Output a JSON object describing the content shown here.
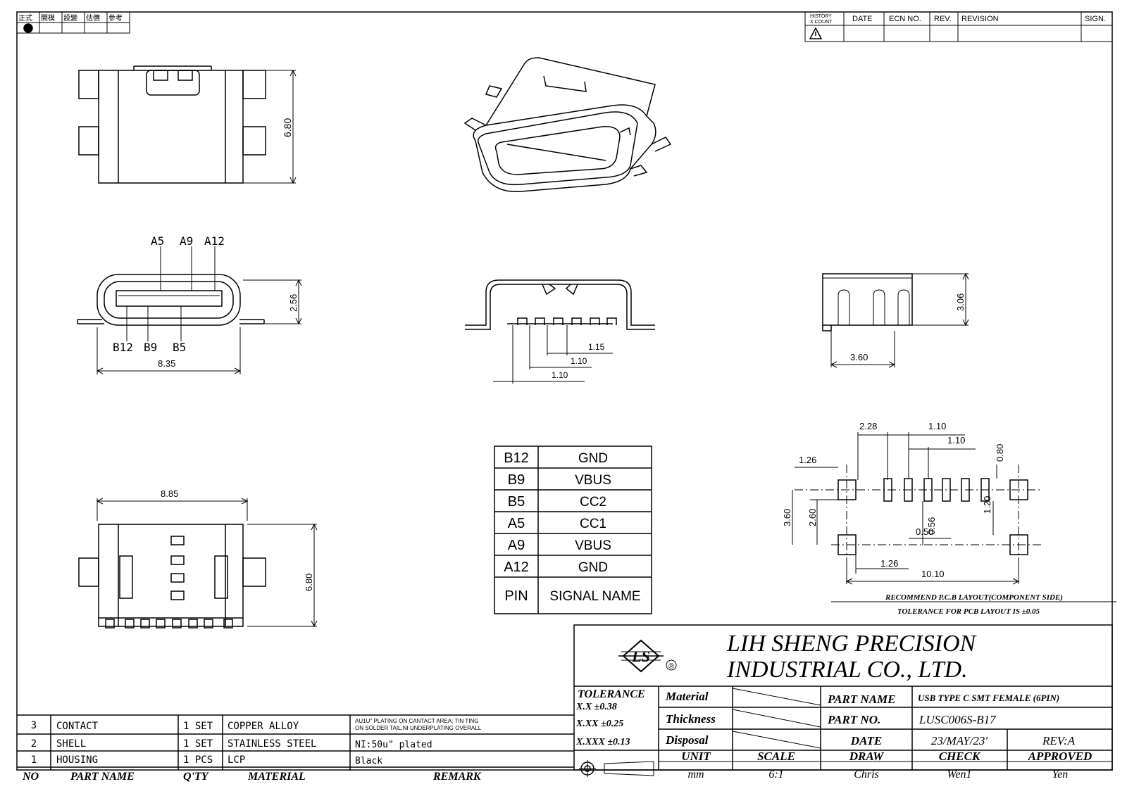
{
  "top_left_cells": [
    "正式",
    "開模",
    "設變",
    "估價",
    "參考"
  ],
  "history": {
    "headers": [
      "HISTORY X COUNT",
      "DATE",
      "ECN NO.",
      "REV.",
      "REVISION",
      "SIGN."
    ],
    "history_line1": "HISTORY",
    "history_line2": "X COUNT"
  },
  "dims": {
    "top_height": "6.80",
    "front_width": "8.35",
    "front_height": "2.56",
    "side_height": "3.06",
    "side_width": "3.60",
    "bottom_width": "8.85",
    "bottom_height": "6.80",
    "pitch_1": "1.15",
    "pitch_2": "1.10",
    "pitch_3": "1.10"
  },
  "pins_top": [
    "A5",
    "A9",
    "A12"
  ],
  "pins_bottom": [
    "B12",
    "B9",
    "B5"
  ],
  "pin_table": {
    "rows": [
      {
        "pin": "B12",
        "signal": "GND"
      },
      {
        "pin": "B9",
        "signal": "VBUS"
      },
      {
        "pin": "B5",
        "signal": "CC2"
      },
      {
        "pin": "A5",
        "signal": "CC1"
      },
      {
        "pin": "A9",
        "signal": "VBUS"
      },
      {
        "pin": "A12",
        "signal": "GND"
      }
    ],
    "header_pin": "PIN",
    "header_signal": "SIGNAL NAME"
  },
  "pcb": {
    "d_228": "2.28",
    "d_110a": "1.10",
    "d_110b": "1.10",
    "d_080": "0.80",
    "d_126a": "1.26",
    "d_360": "3.60",
    "d_260": "2.60",
    "d_056": "0.56",
    "d_050": "0.50",
    "d_120": "1.20",
    "d_126b": "1.26",
    "d_1010": "10.10",
    "caption1": "RECOMMEND P.C.B LAYOUT(COMPONENT SIDE)",
    "caption2": "TOLERANCE FOR PCB LAYOUT IS ±0.05"
  },
  "bom": {
    "rows": [
      {
        "no": "3",
        "name": "CONTACT",
        "qty": "1 SET",
        "material": "COPPER ALLOY",
        "remark1": "AU1U\" PLATING ON CANTACT AREA; TIN TING",
        "remark2": "ON SOLDER TAIL,NI UNDERPLATING OVERALL"
      },
      {
        "no": "2",
        "name": "SHELL",
        "qty": "1 SET",
        "material": "STAINLESS STEEL",
        "remark1": "NI:50u\" plated",
        "remark2": ""
      },
      {
        "no": "1",
        "name": "HOUSING",
        "qty": "1 PCS",
        "material": "LCP",
        "remark1": "Black",
        "remark2": ""
      }
    ],
    "headers": {
      "no": "NO",
      "name": "PART NAME",
      "qty": "Q'TY",
      "material": "MATERIAL",
      "remark": "REMARK"
    }
  },
  "title_block": {
    "company1": "LIH SHENG PRECISION",
    "company2": "INDUSTRIAL CO., LTD.",
    "logo": "LS",
    "registered": "®",
    "tolerance_label": "TOLERANCE",
    "tol_xx": "X.X   ±0.38",
    "tol_xxx": "X.XX  ±0.25",
    "tol_xxxx": "X.XXX ±0.13",
    "material_label": "Material",
    "thickness_label": "Thickness",
    "disposal_label": "Disposal",
    "part_name_label": "PART NAME",
    "part_name": "USB TYPE C SMT FEMALE (6PIN)",
    "part_no_label": "PART NO.",
    "part_no": "LUSC006S-B17",
    "date_label": "DATE",
    "date": "23/MAY/23'",
    "rev": "REV:A",
    "unit_label": "UNIT",
    "unit": "mm",
    "scale_label": "SCALE",
    "scale": "6:1",
    "draw_label": "DRAW",
    "draw": "Chris",
    "check_label": "CHECK",
    "check": "Wen1",
    "approved_label": "APPROVED",
    "approved": "Yen"
  }
}
